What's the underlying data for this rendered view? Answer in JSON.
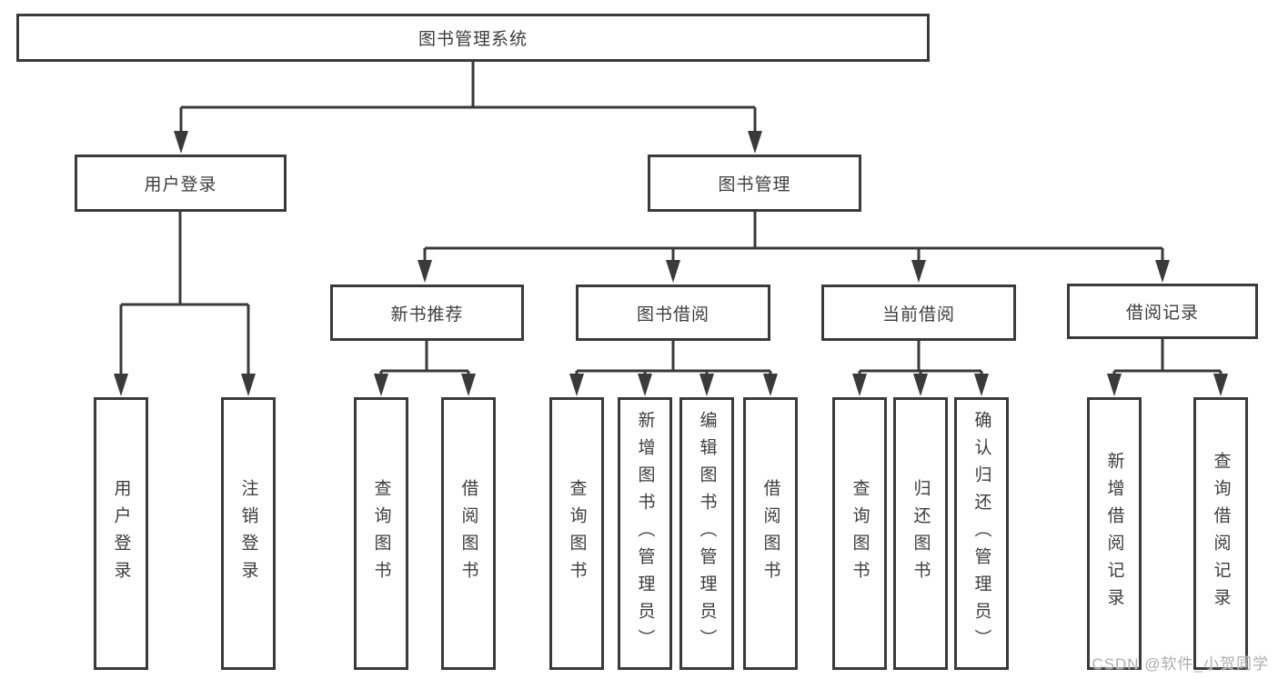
{
  "diagram": {
    "nodes": {
      "root": "图书管理系统",
      "level2": [
        "用户登录",
        "图书管理"
      ],
      "level3": [
        "新书推荐",
        "图书借阅",
        "当前借阅",
        "借阅记录"
      ],
      "leaves": {
        "user_login_group": [
          "用户登录",
          "注销登录"
        ],
        "new_book_group": [
          "查询图书",
          "借阅图书"
        ],
        "book_borrow_group": [
          "查询图书",
          "新增图书（管理员）",
          "编辑图书（管理员）",
          "借阅图书"
        ],
        "current_borrow_group": [
          "查询图书",
          "归还图书",
          "确认归还（管理员）"
        ],
        "borrow_record_group": [
          "新增借阅记录",
          "查询借阅记录"
        ]
      }
    },
    "watermark": "CSDN @软件_小贺同学",
    "colors": {
      "line": "#3a3a3a",
      "border": "#3a3a3a",
      "text": "#3d3d3d",
      "watermark": "#aeaeae",
      "background": "#ffffff"
    }
  }
}
